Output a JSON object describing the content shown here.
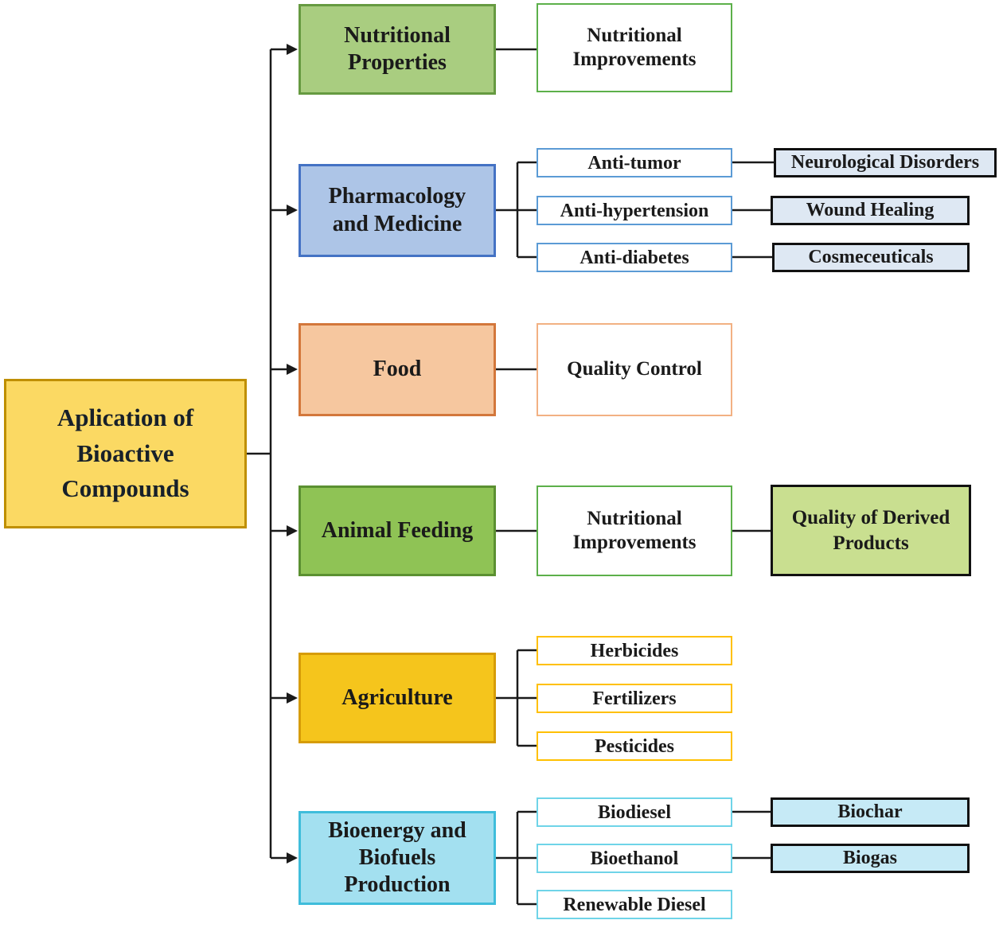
{
  "root": {
    "label": "Aplication of Bioactive Compounds"
  },
  "nutritional": {
    "label": "Nutritional Properties",
    "improvement": "Nutritional Improvements"
  },
  "pharmacology": {
    "label": "Pharmacology and Medicine",
    "anti_tumor": "Anti-tumor",
    "anti_hypertension": "Anti-hypertension",
    "anti_diabetes": "Anti-diabetes",
    "neurological": "Neurological Disorders",
    "wound_healing": "Wound Healing",
    "cosmeceuticals": "Cosmeceuticals"
  },
  "food": {
    "label": "Food",
    "quality_control": "Quality Control"
  },
  "animal": {
    "label": "Animal Feeding",
    "improvement": "Nutritional Improvements",
    "derived": "Quality of Derived Products"
  },
  "agriculture": {
    "label": "Agriculture",
    "herbicides": "Herbicides",
    "fertilizers": "Fertilizers",
    "pesticides": "Pesticides"
  },
  "bioenergy": {
    "label": "Bioenergy and Biofuels Production",
    "biodiesel": "Biodiesel",
    "bioethanol": "Bioethanol",
    "renewable_diesel": "Renewable Diesel",
    "biochar": "Biochar",
    "biogas": "Biogas"
  },
  "colors": {
    "root_fill": "#FBD963",
    "root_border": "#BF8F00",
    "nutritional_fill": "#A9CD80",
    "pharmacology_fill": "#ADC5E7",
    "food_fill": "#F6C79F",
    "animal_fill": "#8FC355",
    "agriculture_fill": "#F5C51C",
    "bioenergy_fill": "#A3E0F0",
    "leaf_bluegrey_fill": "#DEE8F3",
    "leaf_green_fill": "#C9DF90",
    "leaf_cyan_fill": "#C6EAF6",
    "line_color": "#1a1a1a"
  }
}
